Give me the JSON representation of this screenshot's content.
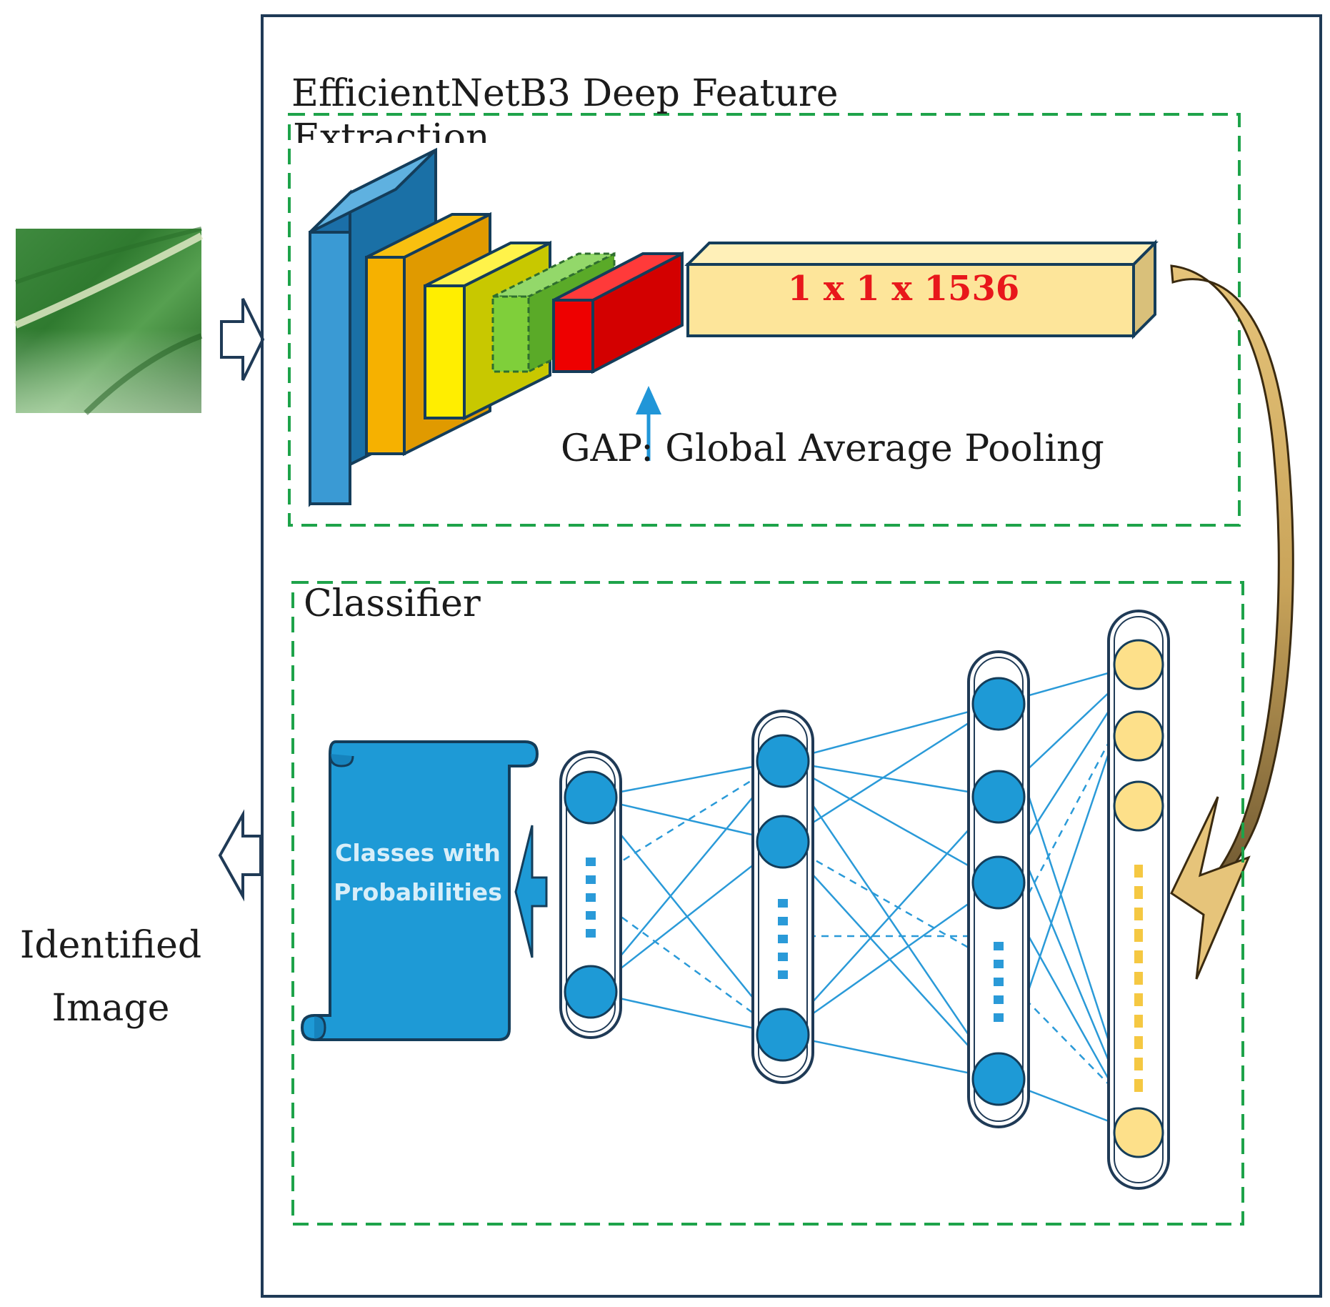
{
  "feature_extraction": {
    "title": "EfficientNetB3 Deep Feature",
    "title_cut_line": "Extraction"
  },
  "feature_vector": {
    "label": "1 x 1 x 1536"
  },
  "gap_label": "GAP: Global Average Pooling",
  "classifier": {
    "title": "Classifier"
  },
  "output": {
    "line1": "Classes with",
    "line2": "Probabilities"
  },
  "result": {
    "line1": "Identified",
    "line2": "Image"
  },
  "colors": {
    "frame": "#1f3a56",
    "dashed_box": "#1ea34a",
    "node_blue": "#1e9ad6",
    "node_yellow": "#fde08a",
    "vector_fill": "#fde59a",
    "vector_text": "#e8171b",
    "layer_blue": "#3a9ad4",
    "layer_orange": "#f6b100",
    "layer_yellow": "#ffee00",
    "layer_green": "#7fcf3a",
    "layer_red": "#ee0000",
    "curved_arrow": "#d6b46a",
    "gap_arrow": "#2196d8"
  }
}
